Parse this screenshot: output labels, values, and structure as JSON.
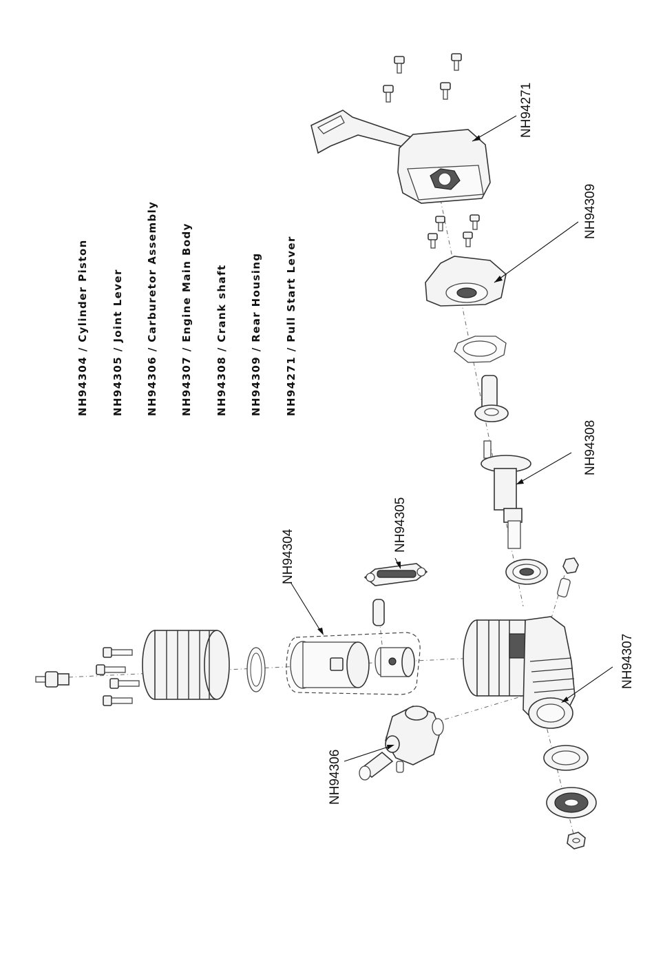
{
  "legend": [
    {
      "code": "NH94304",
      "name": "Cylinder Piston"
    },
    {
      "code": "NH94305",
      "name": "Joint Lever"
    },
    {
      "code": "NH94306",
      "name": "Carburetor Assembly"
    },
    {
      "code": "NH94307",
      "name": "Engine Main Body"
    },
    {
      "code": "NH94308",
      "name": "Crank shaft"
    },
    {
      "code": "NH94309",
      "name": "Rear Housing"
    },
    {
      "code": "NH94271",
      "name": "Pull Start  Lever"
    }
  ],
  "legend_separator": " / ",
  "callouts": {
    "pull_start": "NH94271",
    "rear_housing": "NH94309",
    "crank_shaft": "NH94308",
    "joint_lever": "NH94305",
    "cylinder_piston": "NH94304",
    "main_body": "NH94307",
    "carburetor": "NH94306"
  }
}
